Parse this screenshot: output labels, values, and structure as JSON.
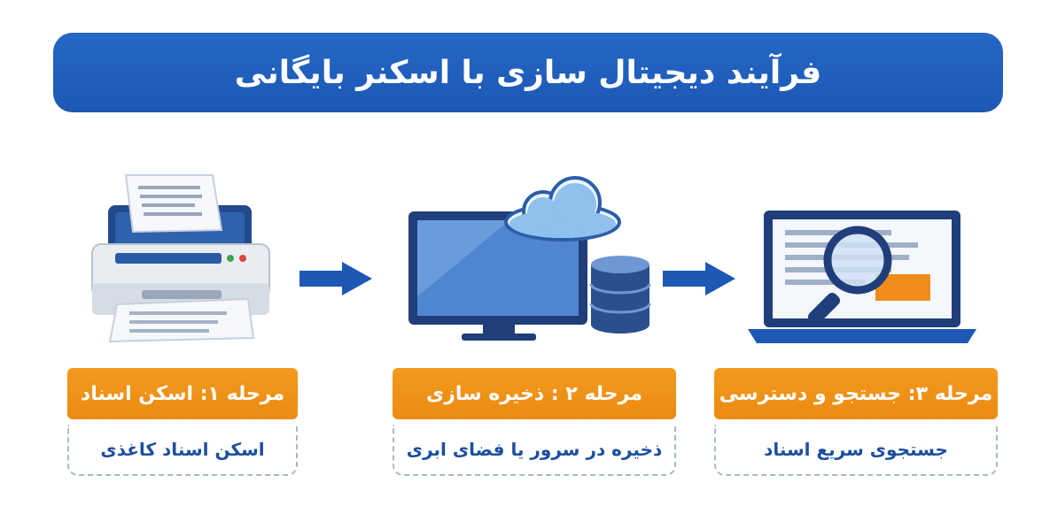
{
  "title": "فرآیند دیجیتال سازی با اسکنر بایگانی",
  "steps": [
    {
      "heading": "مرحله ۱: اسکن اسناد",
      "description": "اسکن اسناد کاغذی",
      "icon": "printer-scanner-icon"
    },
    {
      "heading": "مرحله ۲ : ذخیره سازی",
      "description": "ذخیره در سرور یا فضای ابری",
      "icon": "monitor-cloud-database-icon"
    },
    {
      "heading": "مرحله ۳: جستجو و دسترسی",
      "description": "جستجوی سریع اسناد",
      "icon": "laptop-magnifier-icon"
    }
  ],
  "colors": {
    "banner": "#1d58b4",
    "step_heading": "#ee8d15",
    "description_text": "#1c4f9f",
    "arrow": "#1d58b4"
  }
}
